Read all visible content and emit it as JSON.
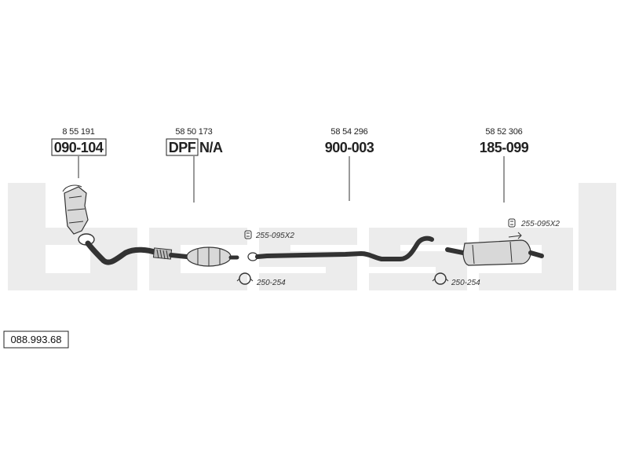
{
  "groups": [
    {
      "oem": "8 55 191",
      "part": "090-104",
      "boxed": true
    },
    {
      "oem": "58 50 173",
      "part_prefix": "DPF",
      "part": "N/A"
    },
    {
      "oem": "58 54 296",
      "part": "900-003"
    },
    {
      "oem": "58 52 306",
      "part": "185-099"
    }
  ],
  "accessories": [
    {
      "code": "255-095X2",
      "icon": "clamp-icon"
    },
    {
      "code": "250-254",
      "icon": "hanger-ring-icon"
    },
    {
      "code": "255-095X2",
      "icon": "clamp-icon"
    },
    {
      "code": "250-254",
      "icon": "hanger-ring-icon"
    }
  ],
  "reference": "088.993.68",
  "colors": {
    "line": "#333333",
    "watermark": "#ececec",
    "part_fill": "#d8d8d8"
  }
}
